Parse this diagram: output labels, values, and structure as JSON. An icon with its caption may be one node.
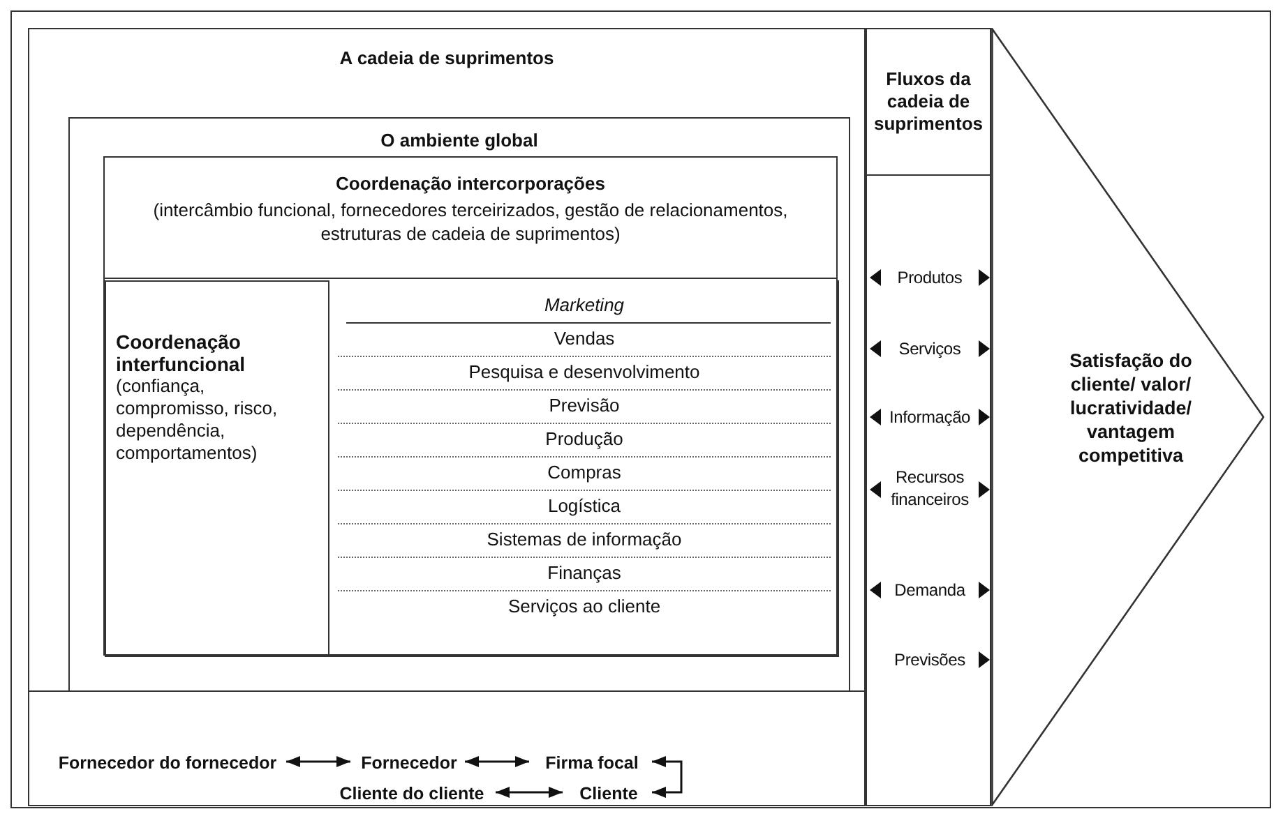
{
  "diagram": {
    "nodes": [
      {
        "text": [
          "A cadeia de suprimentos"
        ]
      },
      {
        "text": [
          "O ambiente global"
        ],
        "in": 0
      },
      {
        "text": [
          "Coordenação intercorporações",
          "(intercâmbio funcional, fornecedores terceirizados, gestão de relacionamentos, estruturas de cadeia de suprimentos)"
        ],
        "in": 1
      },
      {
        "text": [
          "Coordenação interfuncional",
          "(confiança, compromisso, risco, dependência, comportamentos)"
        ],
        "in": 2
      },
      {
        "text": [],
        "shape": "box",
        "in": 2
      },
      {
        "text": [
          "Marketing"
        ],
        "in": 4
      },
      {
        "text": [
          "Vendas"
        ],
        "in": 4
      },
      {
        "text": [
          "Pesquisa e desenvolvimento"
        ],
        "in": 4
      },
      {
        "text": [
          "Previsão"
        ],
        "in": 4
      },
      {
        "text": [
          "Produção"
        ],
        "in": 4
      },
      {
        "text": [
          "Compras"
        ],
        "in": 4
      },
      {
        "text": [
          "Logística"
        ],
        "in": 4
      },
      {
        "text": [
          "Sistemas de informação"
        ],
        "in": 4
      },
      {
        "text": [
          "Finanças"
        ],
        "in": 4
      },
      {
        "text": [
          "Serviços ao cliente"
        ],
        "in": 4
      },
      {
        "text": [
          "Fornecedor do fornecedor"
        ],
        "in": 0
      },
      {
        "text": [
          "Fornecedor"
        ],
        "in": 0
      },
      {
        "text": [
          "Firma focal"
        ],
        "in": 0
      },
      {
        "text": [
          "Cliente do cliente"
        ],
        "in": 0
      },
      {
        "text": [
          "Cliente"
        ],
        "in": 0
      },
      {
        "text": [
          "Fluxos da cadeia de suprimentos"
        ]
      },
      {
        "text": [
          "Produtos"
        ],
        "in": 20
      },
      {
        "text": [
          "Serviços"
        ],
        "in": 20
      },
      {
        "text": [
          "Informação"
        ],
        "in": 20
      },
      {
        "text": [
          "Recursos financeiros"
        ],
        "in": 20
      },
      {
        "text": [
          "Demanda"
        ],
        "in": 20
      },
      {
        "text": [
          "Previsões"
        ],
        "in": 20
      },
      {
        "text": [
          "Satisfação do cliente/ valor/ lucratividade/ vantagem competitiva"
        ]
      }
    ],
    "edges": [
      {
        "from": 15,
        "to": 16,
        "arrow": "both"
      },
      {
        "from": 16,
        "to": 17,
        "arrow": "both"
      },
      {
        "from": 18,
        "to": 19,
        "arrow": "both"
      },
      {
        "from": 17,
        "to": 19,
        "arrow": "both"
      }
    ]
  }
}
